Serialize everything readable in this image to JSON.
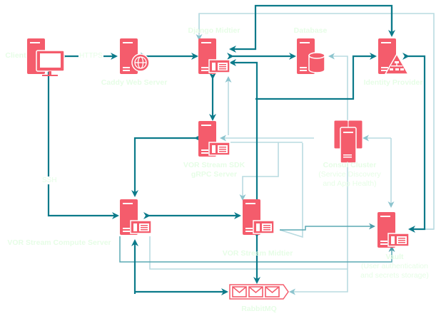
{
  "diagram": {
    "colors": {
      "node_fill": "#f45c6c",
      "edge_primary": "#0b7a8a",
      "edge_secondary": "#a8d2d9",
      "edge_tertiary": "#6fb3bf",
      "label_text": "#e6fde6"
    },
    "nodes": {
      "client": {
        "name": "Client",
        "icon": "workstation-icon"
      },
      "caddy": {
        "name": "Caddy Web Server",
        "icon": "web-server-icon"
      },
      "django": {
        "name": "Django Midtier",
        "icon": "application-server-icon"
      },
      "database": {
        "name": "Database",
        "icon": "database-server-icon"
      },
      "idp": {
        "name": "Identity Provider",
        "icon": "directory-server-icon"
      },
      "sdk": {
        "name": "VOR Stream SDK",
        "name2": "gRPC Server",
        "icon": "application-server-icon"
      },
      "consul": {
        "name": "Consul Cluster",
        "sub1": "(Service Discovery",
        "sub2": "and App Health)",
        "icon": "server-cluster-icon"
      },
      "compute": {
        "name": "VOR Stream Compute Server",
        "icon": "application-server-icon"
      },
      "vormid": {
        "name": "VOR Stream Midtier",
        "icon": "application-server-icon"
      },
      "vault": {
        "name": "Vault",
        "sub1": "(User authentication",
        "sub2": "and secrets storage)",
        "icon": "application-server-icon"
      },
      "rabbit": {
        "name": "RabbitMQ",
        "icon": "message-queue-icon"
      }
    },
    "edge_labels": {
      "client_caddy": "HTTPS",
      "client_compute": "SSH"
    }
  }
}
